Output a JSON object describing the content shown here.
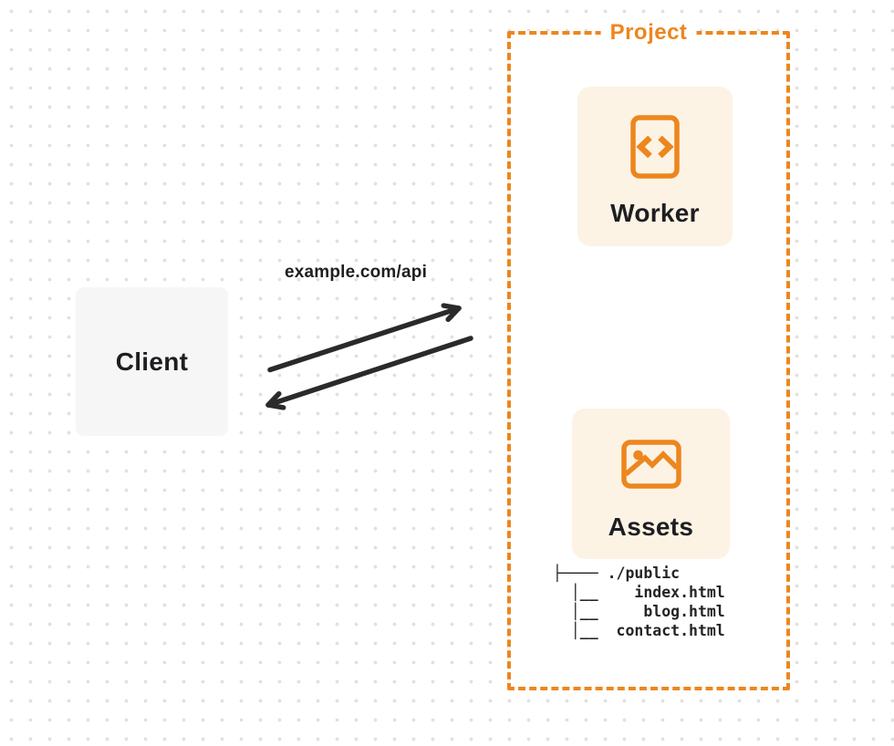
{
  "diagram": {
    "client": {
      "label": "Client"
    },
    "request": {
      "label": "example.com/api"
    },
    "project": {
      "title": "Project",
      "worker": {
        "label": "Worker",
        "icon": "code-file-icon"
      },
      "assets": {
        "label": "Assets",
        "icon": "image-icon"
      },
      "file_tree": "├──── ./public\n  │__    index.html\n  │__     blog.html\n  │__  contact.html"
    },
    "colors": {
      "accent": "#ED861D",
      "card_bg": "#FCF3E5",
      "client_bg": "#F6F6F7",
      "arrow": "#2A2A2A",
      "text": "#1E1E20",
      "dots": "#E1E1E1"
    }
  }
}
